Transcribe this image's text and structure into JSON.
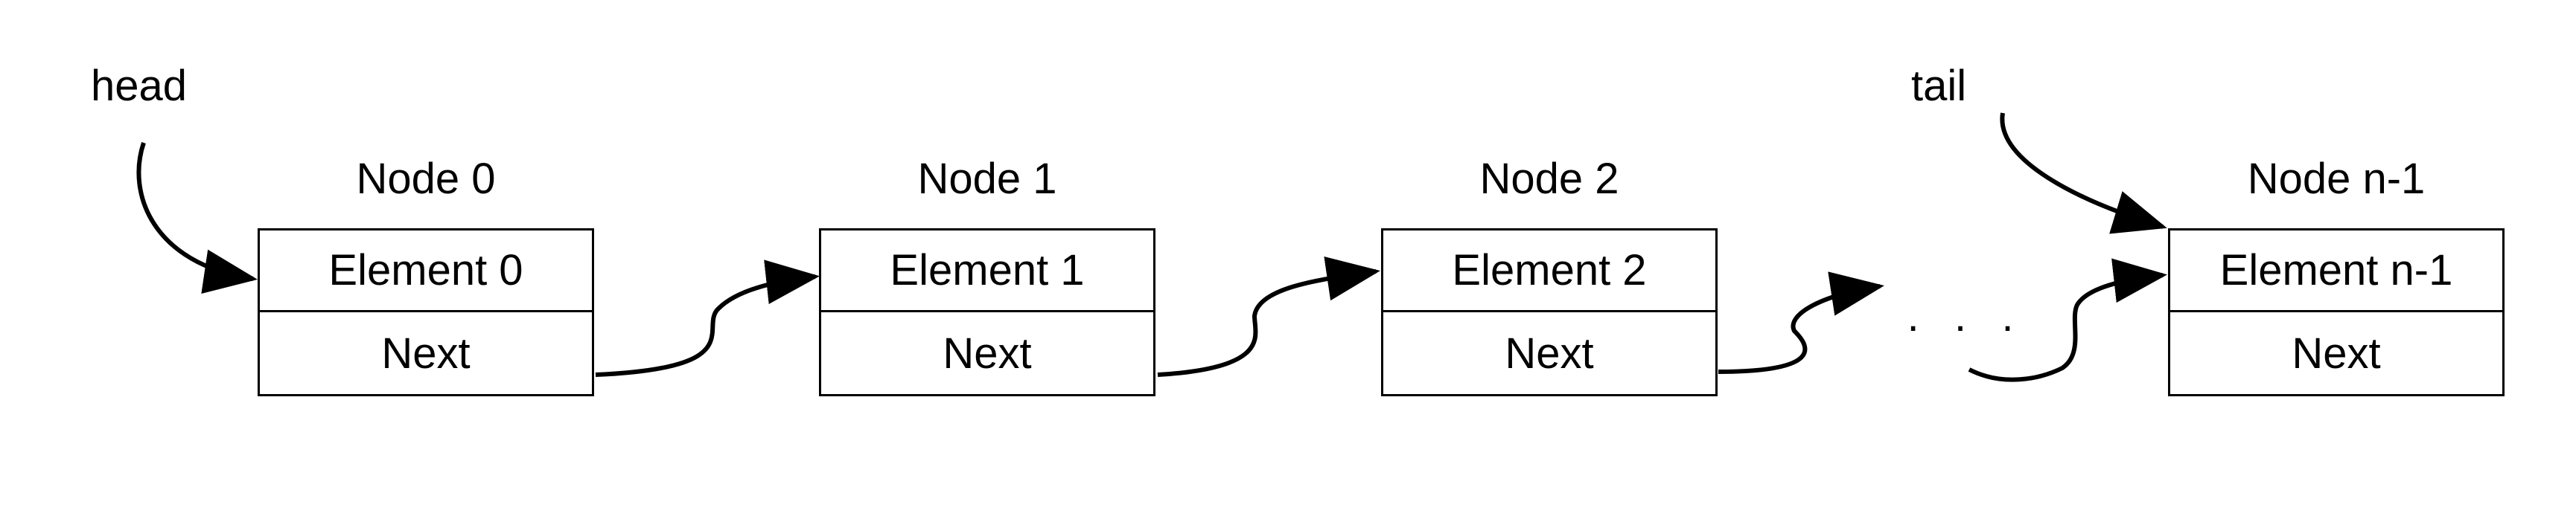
{
  "pointers": {
    "head": "head",
    "tail": "tail"
  },
  "nodes": [
    {
      "title": "Node 0",
      "element": "Element 0",
      "next": "Next"
    },
    {
      "title": "Node 1",
      "element": "Element 1",
      "next": "Next"
    },
    {
      "title": "Node 2",
      "element": "Element 2",
      "next": "Next"
    },
    {
      "title": "Node n-1",
      "element": "Element n-1",
      "next": "Next"
    }
  ],
  "ellipsis": "· · ·"
}
